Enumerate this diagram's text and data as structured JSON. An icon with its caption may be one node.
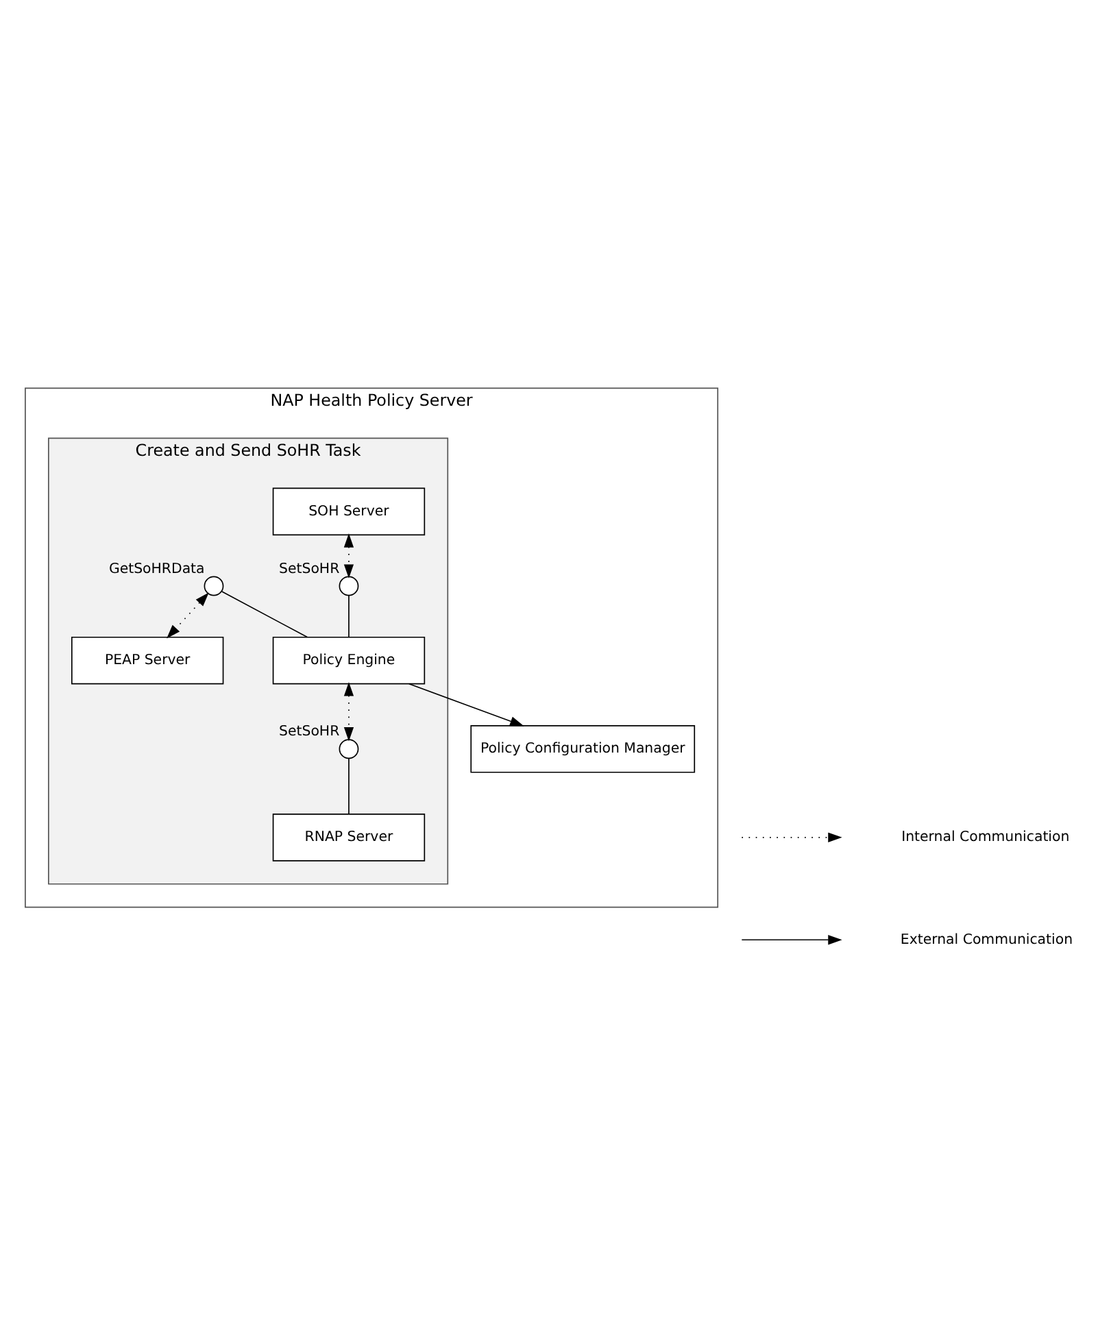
{
  "diagram": {
    "nodes": [
      {
        "text": [
          "NAP Health Policy Server"
        ]
      },
      {
        "text": [
          "Create and Send SoHR Task"
        ],
        "in": 0
      },
      {
        "text": [
          "SOH Server"
        ],
        "in": 1
      },
      {
        "text": [],
        "shape": "circle",
        "beside": [
          "SetSoHR"
        ],
        "in": 1
      },
      {
        "text": [],
        "shape": "circle",
        "beside": [
          "GetSoHRData"
        ],
        "in": 1
      },
      {
        "text": [
          "Policy Engine"
        ],
        "in": 1
      },
      {
        "text": [
          "PEAP Server"
        ],
        "in": 1
      },
      {
        "text": [],
        "shape": "circle",
        "beside": [
          "SetSoHR"
        ],
        "in": 1
      },
      {
        "text": [
          "RNAP Server"
        ],
        "in": 1
      },
      {
        "text": [
          "Policy Configuration Manager"
        ],
        "in": 0
      }
    ],
    "edges": [
      {
        "from": 2,
        "to": 3,
        "arrow": "both",
        "style": "dashed"
      },
      {
        "from": 3,
        "to": 5,
        "arrow": "none"
      },
      {
        "from": 4,
        "to": 5,
        "arrow": "none"
      },
      {
        "from": 4,
        "to": 6,
        "arrow": "both",
        "style": "dashed"
      },
      {
        "from": 5,
        "to": 7,
        "arrow": "both",
        "style": "dashed"
      },
      {
        "from": 7,
        "to": 8,
        "arrow": "none"
      },
      {
        "from": 5,
        "to": 9,
        "arrow": "to"
      }
    ],
    "legend": [
      {
        "text": "Internal Communication"
      },
      {
        "text": "External Communication"
      }
    ]
  }
}
